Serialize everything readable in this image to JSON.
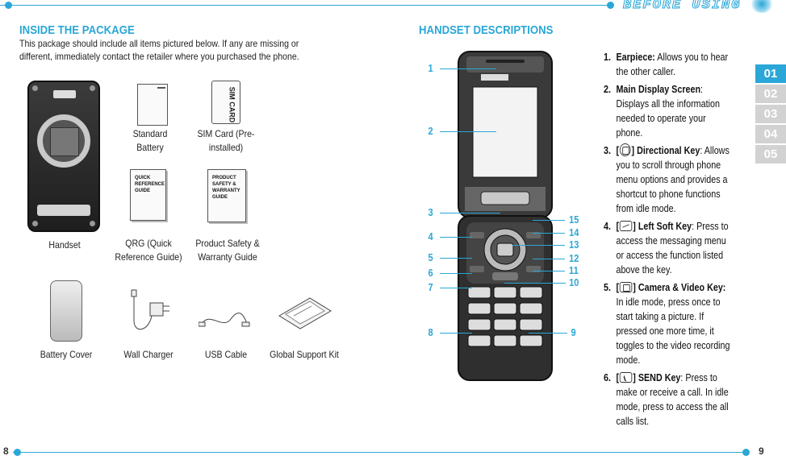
{
  "header": {
    "section_title": "BEFORE USING"
  },
  "left_page": {
    "title": "INSIDE THE PACKAGE",
    "intro": "This package should include all items pictured below. If any are missing or different, immediately contact the retailer where you purchased the phone.",
    "items": [
      {
        "label": "Handset"
      },
      {
        "label": "Standard Battery"
      },
      {
        "label": "SIM Card (Pre-installed)"
      },
      {
        "label": "QRG (Quick Reference Guide)"
      },
      {
        "label": "Product Safety & Warranty Guide"
      },
      {
        "label": "Battery Cover"
      },
      {
        "label": "Wall Charger"
      },
      {
        "label": "USB Cable"
      },
      {
        "label": "Global Support Kit"
      }
    ],
    "illustration_text": {
      "sim": "SIM CARD",
      "qrg": "QUICK REFERENCE GUIDE",
      "safety": "PRODUCT SAFETY & WARRANTY GUIDE"
    },
    "page_number": "8"
  },
  "right_page": {
    "title": "HANDSET DESCRIPTIONS",
    "callouts": [
      "1",
      "2",
      "3",
      "4",
      "5",
      "6",
      "7",
      "8",
      "9",
      "10",
      "11",
      "12",
      "13",
      "14",
      "15"
    ],
    "descriptions": [
      {
        "num": "1.",
        "term": "Earpiece:",
        "text": " Allows you to hear the other caller."
      },
      {
        "num": "2.",
        "term": "Main Display Screen",
        "text": ": Displays all the information needed to operate your phone."
      },
      {
        "num": "3.",
        "pre": "[",
        "icon": "directional-key-icon",
        "term": "] Directional Key",
        "text": ": Allows you to scroll through phone menu options and provides a shortcut to phone functions from idle mode."
      },
      {
        "num": "4.",
        "pre": "[",
        "icon": "left-soft-key-icon",
        "term": "] Left Soft Key",
        "text": ": Press to access the messaging menu or access the function listed above the key."
      },
      {
        "num": "5.",
        "pre": "[",
        "icon": "camera-key-icon",
        "term": "] Camera & Video Key:",
        "text": " In idle mode, press once to start taking a picture. If pressed one more time, it toggles to the video recording mode."
      },
      {
        "num": "6.",
        "pre": "[",
        "icon": "send-key-icon",
        "term": "] SEND Key",
        "text": ": Press to make or receive a call. In idle mode, press to access the all calls list."
      }
    ],
    "page_number": "9"
  },
  "chapter_tabs": [
    "01",
    "02",
    "03",
    "04",
    "05"
  ],
  "colors": {
    "accent": "#2aa7d6",
    "tab_inactive": "#d2d2d2"
  }
}
